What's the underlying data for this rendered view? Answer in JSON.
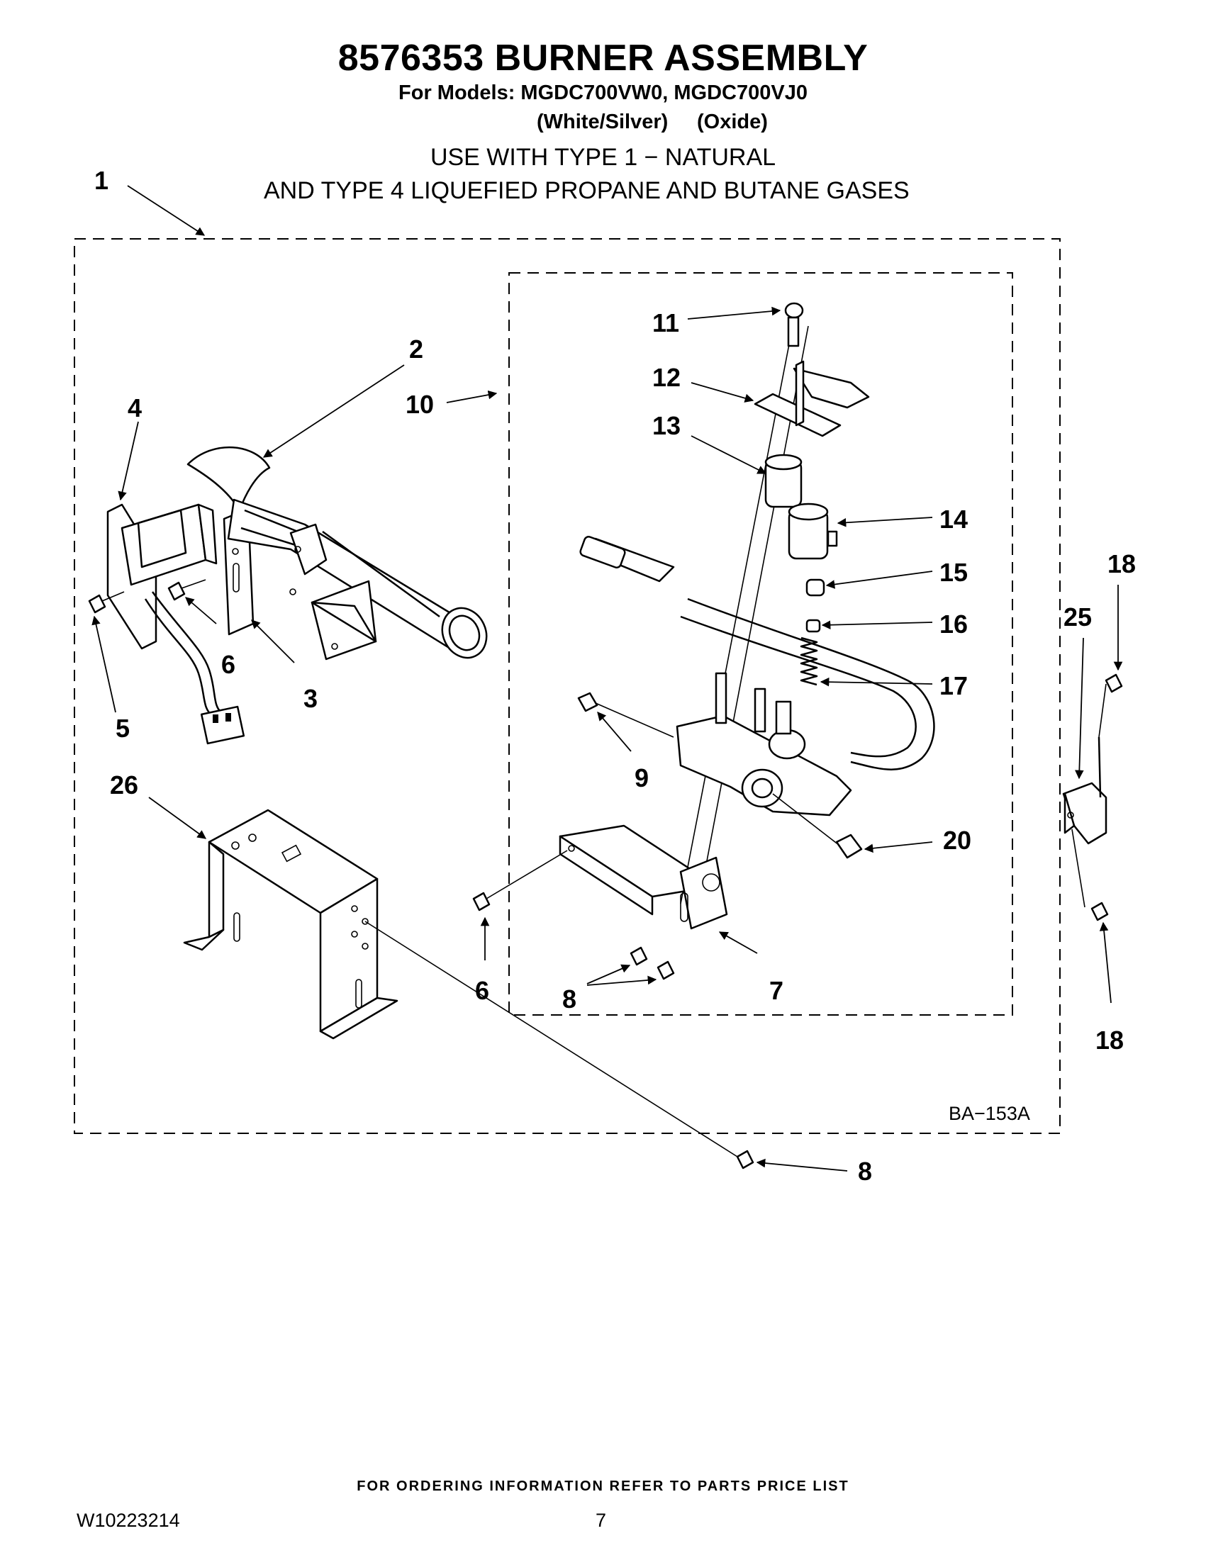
{
  "title": "8576353 BURNER ASSEMBLY",
  "models_line": "For Models: MGDC700VW0, MGDC700VJ0",
  "variant_a": "(White/Silver)",
  "variant_b": "(Oxide)",
  "usage_line1": "USE WITH TYPE 1 −  NATURAL",
  "usage_line2": "AND TYPE 4    LIQUEFIED PROPANE AND BUTANE GASES",
  "figure_code": "BA−153A",
  "footer_note": "FOR ORDERING INFORMATION REFER TO PARTS PRICE LIST",
  "doc_number": "W10223214",
  "page_number": "7",
  "callouts": {
    "c1": "1",
    "c2": "2",
    "c3": "3",
    "c4": "4",
    "c5": "5",
    "c6a": "6",
    "c6b": "6",
    "c7": "7",
    "c8a": "8",
    "c8b": "8",
    "c9": "9",
    "c10": "10",
    "c11": "11",
    "c12": "12",
    "c13": "13",
    "c14": "14",
    "c15": "15",
    "c16": "16",
    "c17": "17",
    "c18a": "18",
    "c18b": "18",
    "c20": "20",
    "c25": "25",
    "c26": "26"
  }
}
